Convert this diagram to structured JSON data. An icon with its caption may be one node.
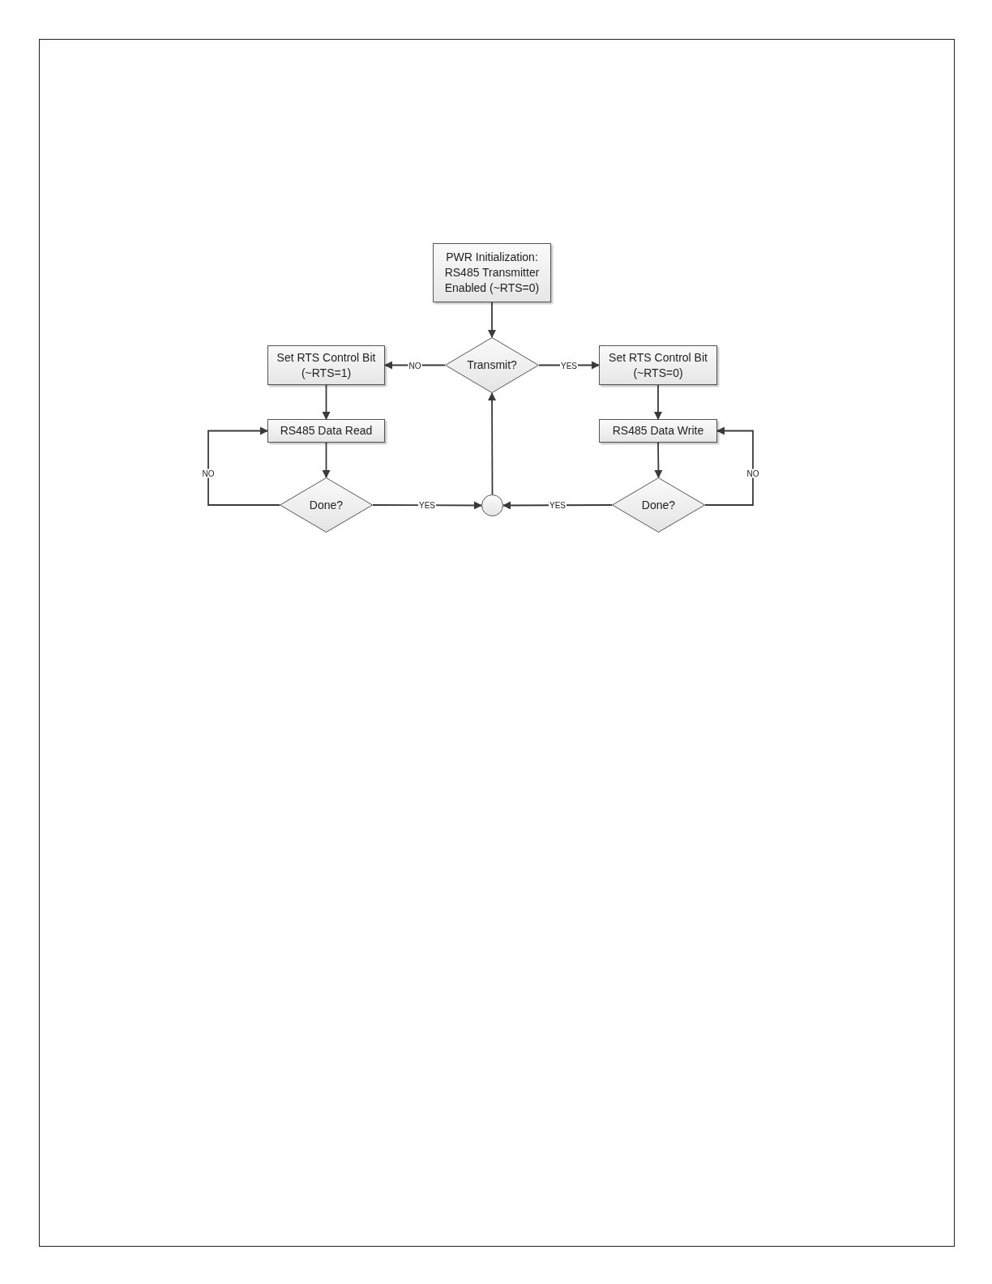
{
  "diagram": {
    "nodes": [
      {
        "text": [
          "PWR Initialization: RS485 Transmitter Enabled (~RTS=0)"
        ]
      },
      {
        "text": [
          "Transmit?"
        ]
      },
      {
        "text": [
          "Set RTS Control Bit (~RTS=1)"
        ]
      },
      {
        "text": [
          "Set RTS Control Bit (~RTS=0)"
        ]
      },
      {
        "text": [
          "RS485 Data Read"
        ]
      },
      {
        "text": [
          "RS485 Data Write"
        ]
      },
      {
        "text": [
          "Done?"
        ]
      },
      {
        "text": [],
        "shape": "circle"
      },
      {
        "text": [
          "Done?"
        ]
      }
    ],
    "edges": [
      {
        "from": 0,
        "to": 1,
        "arrow": "to"
      },
      {
        "from": 1,
        "to": 2,
        "arrow": "to",
        "label": "NO"
      },
      {
        "from": 1,
        "to": 3,
        "arrow": "to",
        "label": "YES"
      },
      {
        "from": 2,
        "to": 4,
        "arrow": "to"
      },
      {
        "from": 3,
        "to": 5,
        "arrow": "to"
      },
      {
        "from": 4,
        "to": 6,
        "arrow": "to"
      },
      {
        "from": 5,
        "to": 8,
        "arrow": "to"
      },
      {
        "from": 6,
        "to": 4,
        "arrow": "to",
        "label": "NO"
      },
      {
        "from": 8,
        "to": 5,
        "arrow": "to",
        "label": "NO"
      },
      {
        "from": 6,
        "to": 7,
        "arrow": "to",
        "label": "YES"
      },
      {
        "from": 8,
        "to": 7,
        "arrow": "to",
        "label": "YES"
      },
      {
        "from": 7,
        "to": 1,
        "arrow": "to"
      }
    ]
  }
}
